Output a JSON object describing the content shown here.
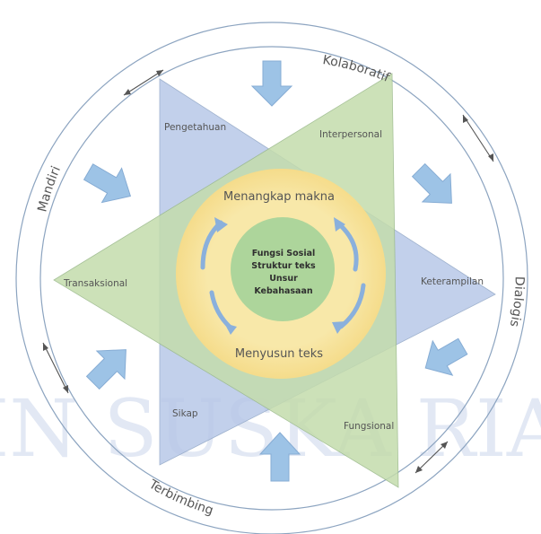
{
  "outer_labels": {
    "top": "Kolaboratif",
    "left": "Mandiri",
    "right": "Dialogis",
    "bottom": "Terbimbing"
  },
  "triangle_labels": {
    "pengetahuan": "Pengetahuan",
    "interpersonal": "Interpersonal",
    "transaksional": "Transaksional",
    "keterampilan": "Keterampilan",
    "sikap": "Sikap",
    "fungsional": "Fungsional"
  },
  "ring_labels": {
    "top": "Menangkap makna",
    "bottom": "Menyusun teks"
  },
  "core_lines": [
    "Fungsi Sosial",
    "Struktur teks",
    "Unsur",
    "Kebahasaan"
  ],
  "watermark": "UIN SUSKA RIAU",
  "colors": {
    "green_triangle": "#c4dcac",
    "blue_triangle": "#b8c8e8",
    "ring": "#fce8a6",
    "core": "#a9d49a",
    "arrow_fill": "#9dc3e6",
    "arrow_stroke": "#86acd4",
    "circle_stroke": "#8ca4c0"
  }
}
